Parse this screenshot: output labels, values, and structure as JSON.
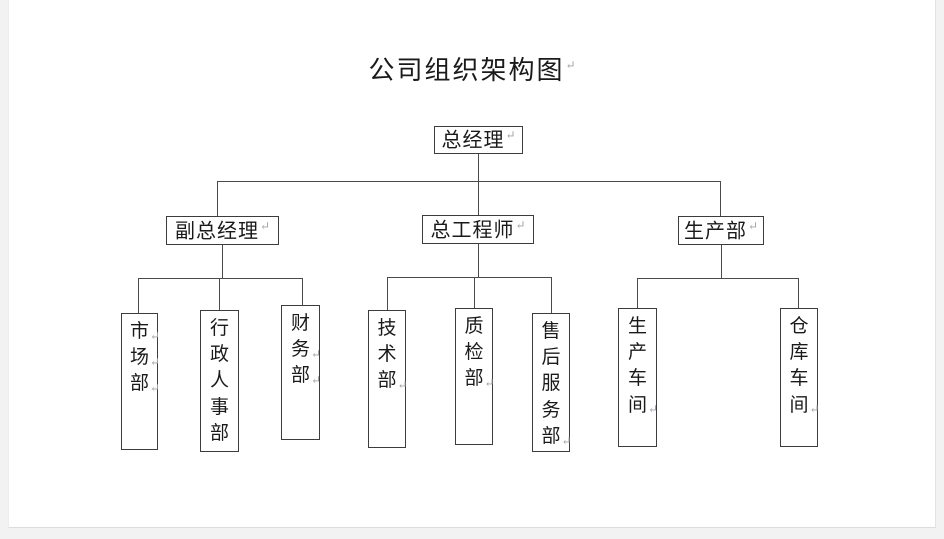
{
  "document": {
    "title": "公司组织架构图",
    "paragraph_mark": "↵",
    "page_background": "#ffffff",
    "canvas_background": "#f2f2f2",
    "line_color": "#4a4a4a",
    "box_border_color": "#3c3c3c",
    "text_color": "#1a1a1a"
  },
  "chart_data": {
    "type": "org-chart",
    "title": "公司组织架构图",
    "root": "总经理",
    "levels": [
      {
        "level": 1,
        "nodes": [
          "总经理"
        ]
      },
      {
        "level": 2,
        "nodes": [
          "副总经理",
          "总工程师",
          "生产部"
        ]
      },
      {
        "level": 3,
        "nodes": [
          "市场部",
          "行政人事部",
          "财务部",
          "技术部",
          "质检部",
          "售后服务部",
          "生产车间",
          "仓库车间"
        ]
      }
    ],
    "edges": [
      {
        "from": "总经理",
        "to": "副总经理"
      },
      {
        "from": "总经理",
        "to": "总工程师"
      },
      {
        "from": "总经理",
        "to": "生产部"
      },
      {
        "from": "副总经理",
        "to": "市场部"
      },
      {
        "from": "副总经理",
        "to": "行政人事部"
      },
      {
        "from": "副总经理",
        "to": "财务部"
      },
      {
        "from": "总工程师",
        "to": "技术部"
      },
      {
        "from": "总工程师",
        "to": "质检部"
      },
      {
        "from": "总工程师",
        "to": "售后服务部"
      },
      {
        "from": "生产部",
        "to": "生产车间"
      },
      {
        "from": "生产部",
        "to": "仓库车间"
      }
    ]
  },
  "nodes": {
    "root": {
      "label": "总经理"
    },
    "level2": [
      {
        "label": "副总经理"
      },
      {
        "label": "总工程师"
      },
      {
        "label": "生产部"
      }
    ],
    "level3": [
      {
        "label": "市场部",
        "chars": [
          "市",
          "场",
          "部"
        ]
      },
      {
        "label": "行政人事部",
        "chars": [
          "行",
          "政",
          "人",
          "事",
          "部"
        ]
      },
      {
        "label": "财务部",
        "chars": [
          "财",
          "务",
          "部"
        ]
      },
      {
        "label": "技术部",
        "chars": [
          "技",
          "术",
          "部"
        ]
      },
      {
        "label": "质检部",
        "chars": [
          "质",
          "检",
          "部"
        ]
      },
      {
        "label": "售后服务部",
        "chars": [
          "售",
          "后",
          "服",
          "务",
          "部"
        ]
      },
      {
        "label": "生产车间",
        "chars": [
          "生",
          "产",
          "车",
          "间"
        ]
      },
      {
        "label": "仓库车间",
        "chars": [
          "仓",
          "库",
          "车",
          "间"
        ]
      }
    ]
  }
}
